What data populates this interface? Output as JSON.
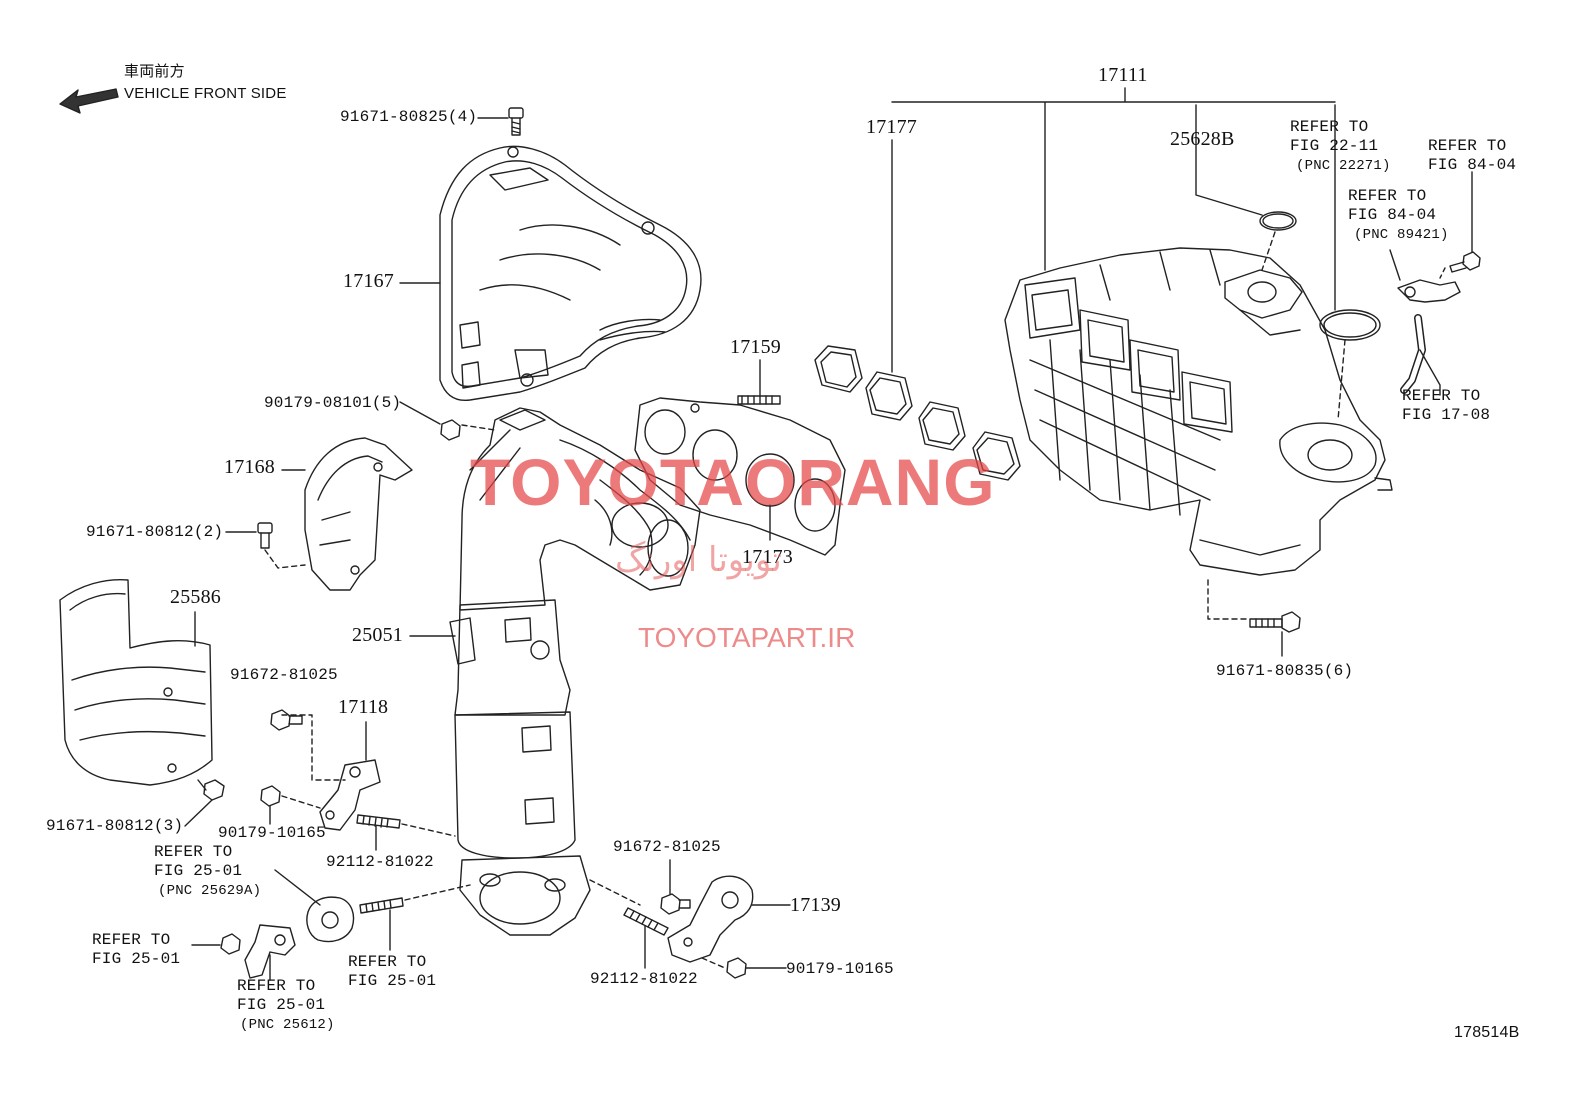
{
  "header": {
    "japanese": "車両前方",
    "direction": "VEHICLE FRONT SIDE"
  },
  "parts": {
    "p17111": "17111",
    "p17177": "17177",
    "p25628B": "25628B",
    "p17167": "17167",
    "p17159": "17159",
    "p17168": "17168",
    "p17173": "17173",
    "p25586": "25586",
    "p25051": "25051",
    "p17118": "17118",
    "p17139": "17139"
  },
  "bolts": {
    "b1": "91671-80825(4)",
    "b2": "90179-08101(5)",
    "b3": "91671-80812(2)",
    "b4": "91672-81025",
    "b5": "91671-80812(3)",
    "b6": "90179-10165",
    "b7": "92112-81022",
    "b8": "91672-81025",
    "b9": "92112-81022",
    "b10": "90179-10165",
    "b11": "91671-80835(6)"
  },
  "refs": {
    "r1": {
      "l1": "REFER TO",
      "l2": "FIG 22-11",
      "l3": "(PNC 22271)"
    },
    "r2": {
      "l1": "REFER TO",
      "l2": "FIG 84-04"
    },
    "r3": {
      "l1": "REFER TO",
      "l2": "FIG 84-04",
      "l3": "(PNC 89421)"
    },
    "r4": {
      "l1": "REFER TO",
      "l2": "FIG 17-08"
    },
    "r5": {
      "l1": "REFER TO",
      "l2": "FIG 25-01",
      "l3": "(PNC 25629A)"
    },
    "r6": {
      "l1": "REFER TO",
      "l2": "FIG 25-01"
    },
    "r7": {
      "l1": "REFER TO",
      "l2": "FIG 25-01",
      "l3": "(PNC 25612)"
    },
    "r8": {
      "l1": "REFER TO",
      "l2": "FIG 25-01"
    }
  },
  "watermark": {
    "brand": "TOYOTAORANG",
    "arabic": "تویوتا اورنگ",
    "site": "TOYOTAPART.IR"
  },
  "figure_id": "178514B"
}
